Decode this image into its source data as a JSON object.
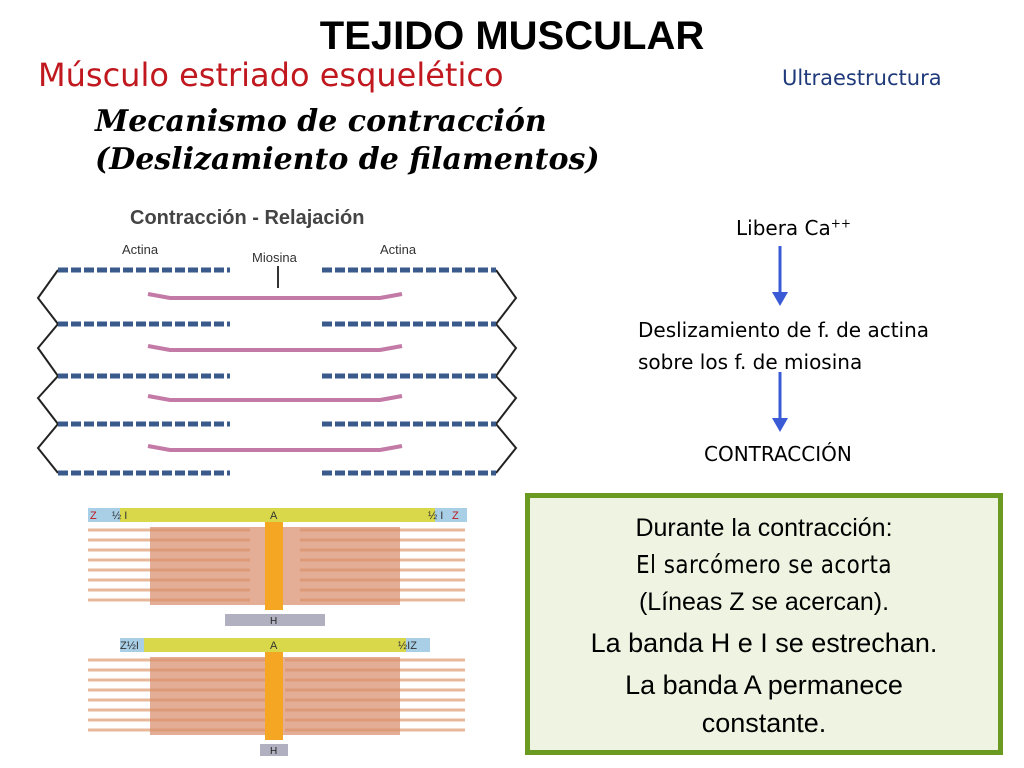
{
  "title": "TEJIDO MUSCULAR",
  "subtitle": "Músculo estriado esquelético",
  "section_label": "Ultraestructura",
  "mechanism": {
    "line1": "Mecanismo de contracción",
    "line2": "(Deslizamiento de filamentos)"
  },
  "diagram": {
    "title": "Contracción - Relajación",
    "label_actina": "Actina",
    "label_miosina": "Miosina"
  },
  "sarcomere": {
    "z": "Z",
    "half_i": "½ I",
    "a": "A",
    "h": "H",
    "z_half_i": "Z½I",
    "half_i_z": "½IZ"
  },
  "flow": {
    "step1_text": "Libera Ca",
    "step1_sup": "++",
    "step2_line1": "Deslizamiento de f. de actina",
    "step2_line2": "sobre los f. de miosina",
    "step3": "CONTRACCIÓN"
  },
  "info_box": {
    "line1": "Durante la contracción:",
    "line2": "El sarcómero se acorta",
    "line3": "(Líneas Z se acercan).",
    "line4": "La banda H e I se estrechan.",
    "line5": "La banda A permanece",
    "line6": "constante."
  },
  "colors": {
    "title": "#000000",
    "subtitle": "#c0181e",
    "section_label": "#1f3a7a",
    "actin": "#3a5a8c",
    "myosin": "#c47aa6",
    "arrow": "#3b5bd6",
    "box_border": "#6a9a22",
    "box_bg": "#eef3e2",
    "band_a": "#f5a623",
    "thin_filament": "#e8b89a",
    "thick_filament": "#d98b6a"
  }
}
